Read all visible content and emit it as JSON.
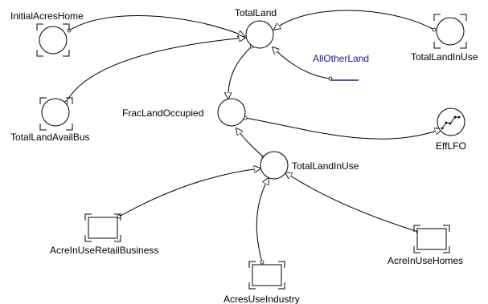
{
  "nodes": {
    "initial_acres_home": "InitialAcresHome",
    "total_land": "TotalLand",
    "total_land_in_use_ghost": "TotalLandInUse",
    "all_other_land": "AllOtherLand",
    "total_land_avail_bus": "TotalLandAvailBus",
    "frac_land_occupied": "FracLandOccupied",
    "eff_lfo": "EffLFO",
    "total_land_in_use": "TotalLandInUse",
    "acre_in_use_retail_business": "AcreInUseRetailBusiness",
    "acre_in_use_homes": "AcreInUseHomes",
    "acres_use_industry": "AcresUseIndustry"
  },
  "icons": {
    "graph_function": "graph-function-icon",
    "ghost_converter": "ghost-corner-icon"
  },
  "colors": {
    "line": "#000000",
    "ghost_text": "#1a1a8c"
  }
}
